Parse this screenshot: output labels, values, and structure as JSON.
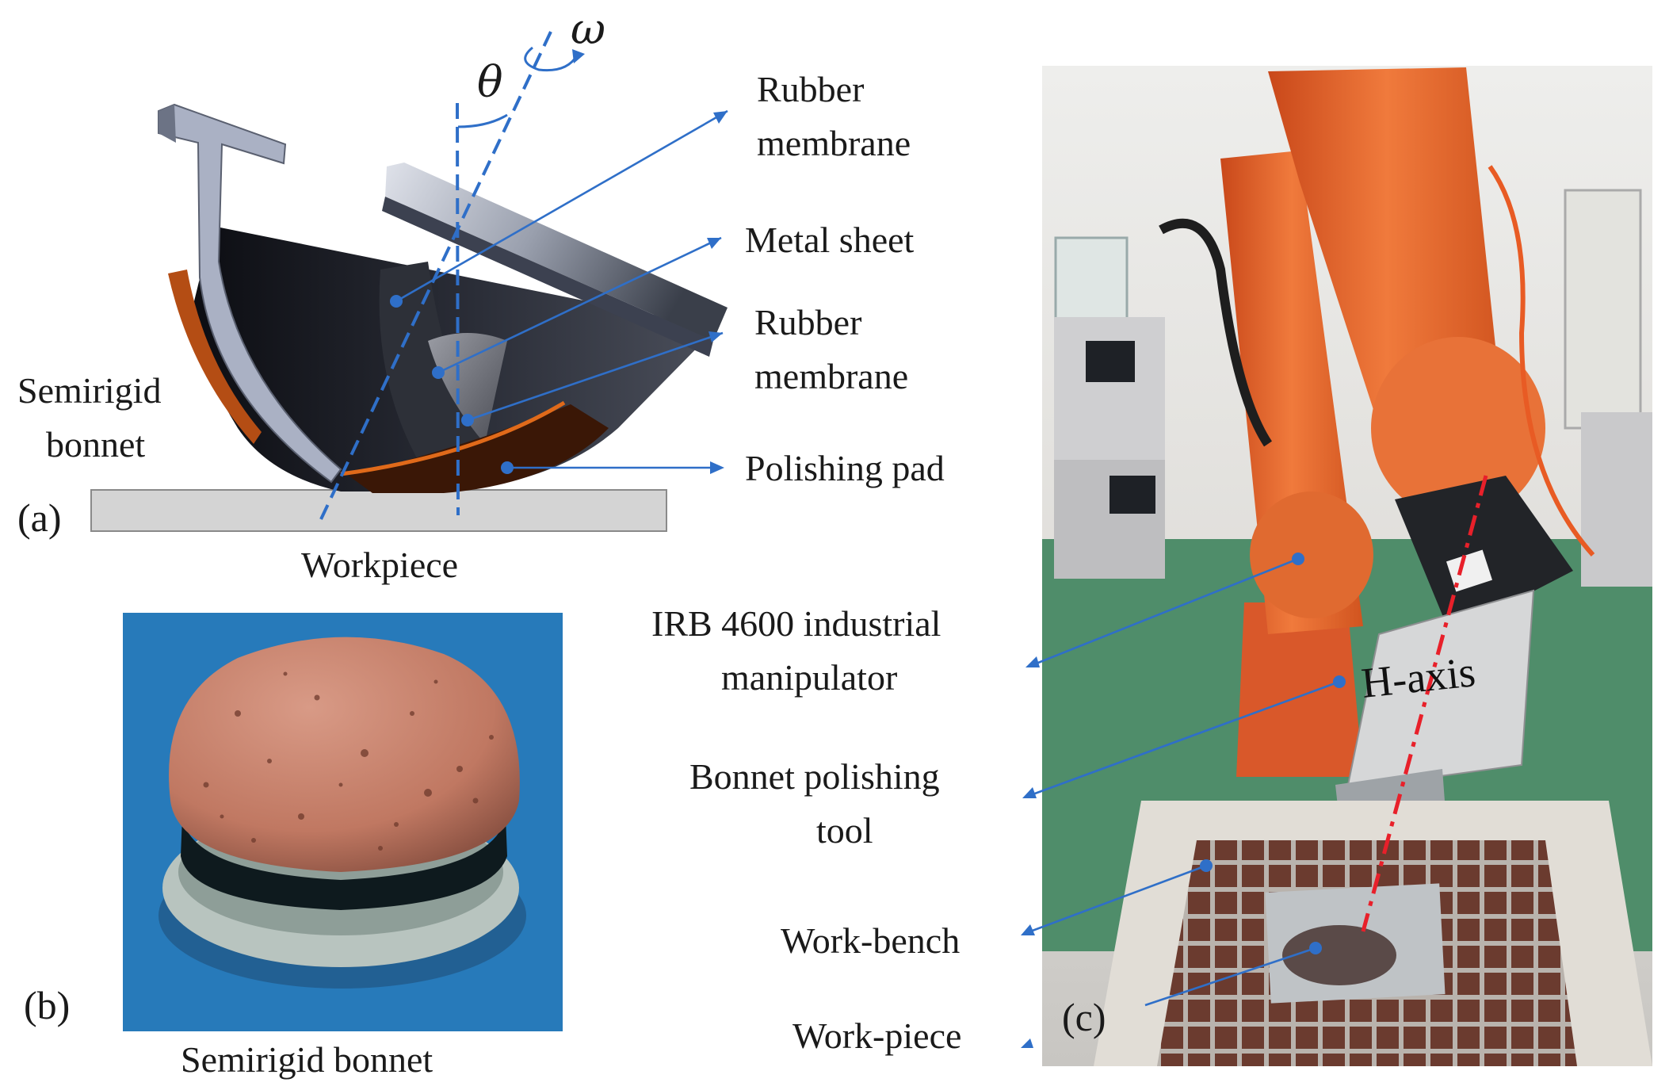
{
  "panels": {
    "a": "(a)",
    "b": "(b)",
    "c": "(c)"
  },
  "diagram_a": {
    "theta": "θ",
    "omega": "ω",
    "rubber_membrane_top": [
      "Rubber",
      "membrane"
    ],
    "metal_sheet": "Metal sheet",
    "rubber_membrane_bottom": [
      "Rubber",
      "membrane"
    ],
    "polishing_pad": "Polishing pad",
    "semirigid_bonnet": [
      "Semirigid",
      "bonnet"
    ],
    "workpiece": "Workpiece"
  },
  "photo_b": {
    "caption": "Semirigid bonnet"
  },
  "photo_c": {
    "manipulator": [
      "IRB 4600 industrial",
      "manipulator"
    ],
    "bonnet_tool": [
      "Bonnet polishing",
      "tool"
    ],
    "work_bench": "Work-bench",
    "work_piece": "Work-piece",
    "h_axis": "H-axis"
  },
  "colors": {
    "leader": "#2f6fc8",
    "robot_orange": "#e8662a",
    "bonnet_pad": "#c47c68",
    "photo_b_background": "#2b84c6",
    "workpiece_plate": "#d4d4d4"
  }
}
